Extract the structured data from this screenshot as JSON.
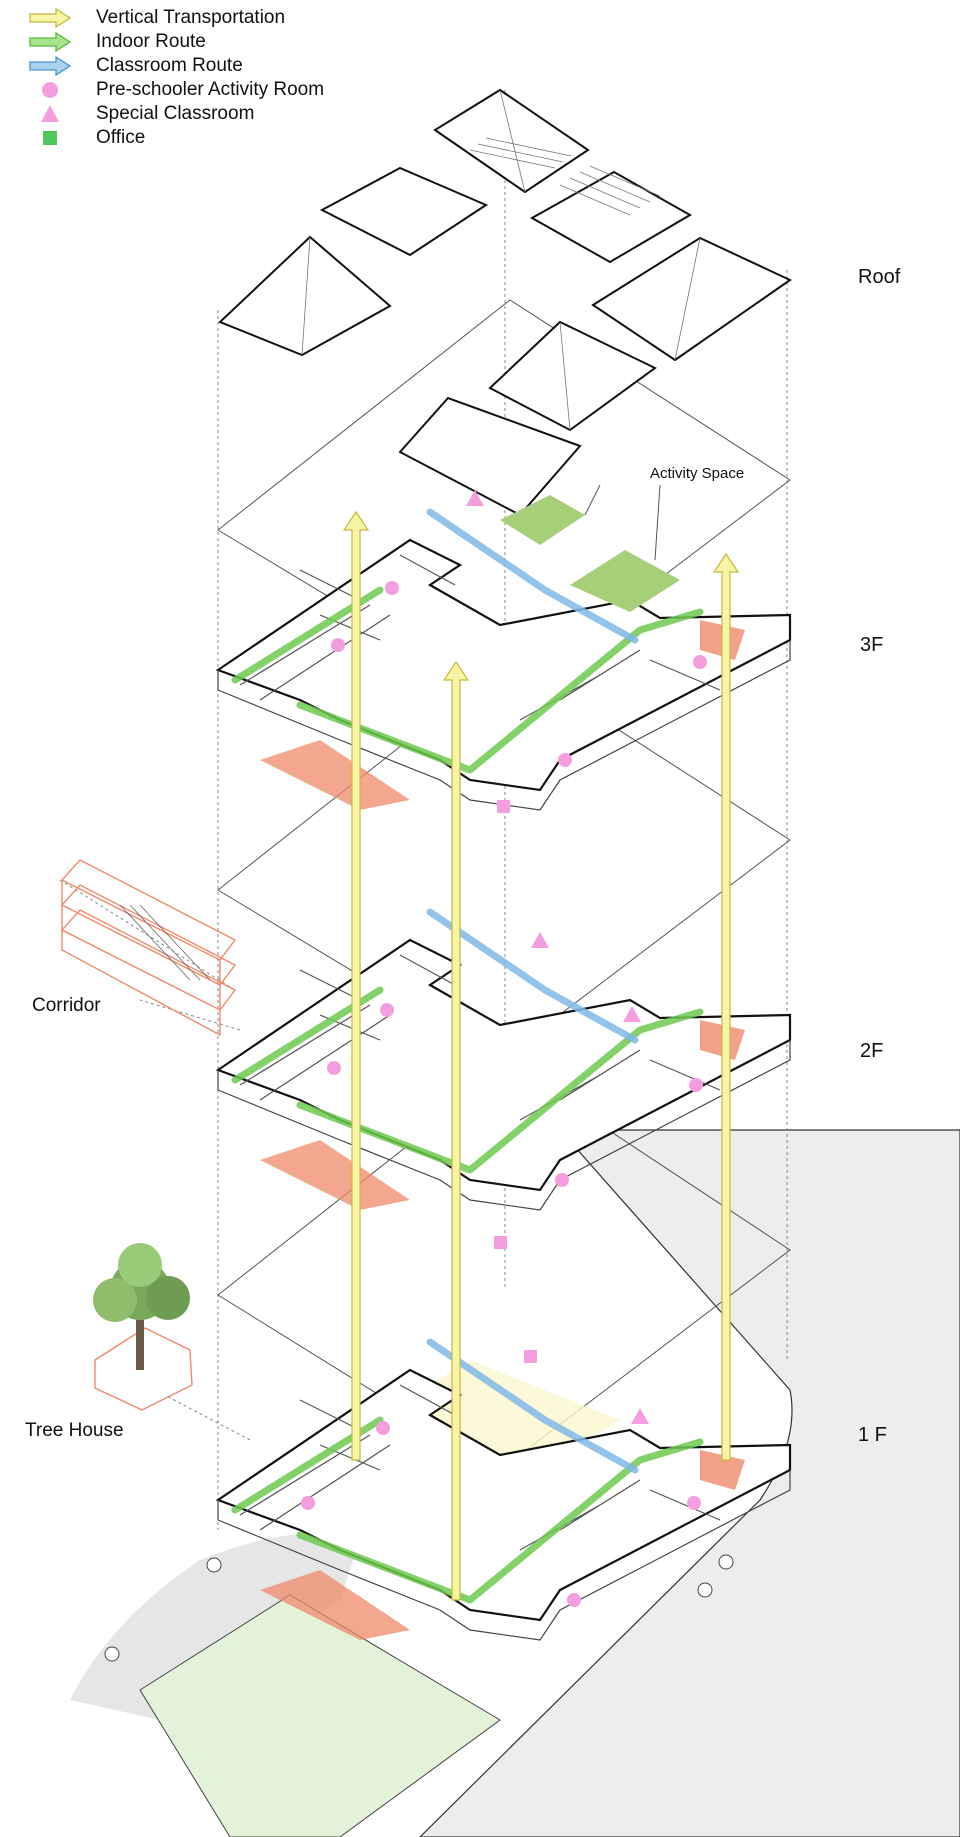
{
  "legend": [
    {
      "label": "Vertical Transportation",
      "icon": "arrow-icon",
      "color": "#f8f4a6",
      "stroke": "#c8b73c"
    },
    {
      "label": "Indoor Route",
      "icon": "arrow-icon",
      "color": "#a8e48c",
      "stroke": "#5bb640"
    },
    {
      "label": "Classroom Route",
      "icon": "arrow-icon",
      "color": "#a9d2ef",
      "stroke": "#4a93c9"
    },
    {
      "label": "Pre-schooler Activity Room",
      "icon": "circle-icon",
      "color": "#f49ee0"
    },
    {
      "label": "Special Classroom",
      "icon": "triangle-icon",
      "color": "#f49ee0"
    },
    {
      "label": "Office",
      "icon": "square-icon",
      "color": "#4cc95a"
    }
  ],
  "floors": {
    "roof": "Roof",
    "third": "3F",
    "second": "2F",
    "first": "1 F"
  },
  "callouts": {
    "corridor": "Corridor",
    "tree_house": "Tree House",
    "activity_space": "Activity Space"
  },
  "colors": {
    "line": "#1a1a1a",
    "stair": "#f08a6a",
    "ground": "#ededed",
    "court": "#fbf8cf",
    "plaza": "#e2f3d9",
    "foliage": "#7aa85a"
  }
}
